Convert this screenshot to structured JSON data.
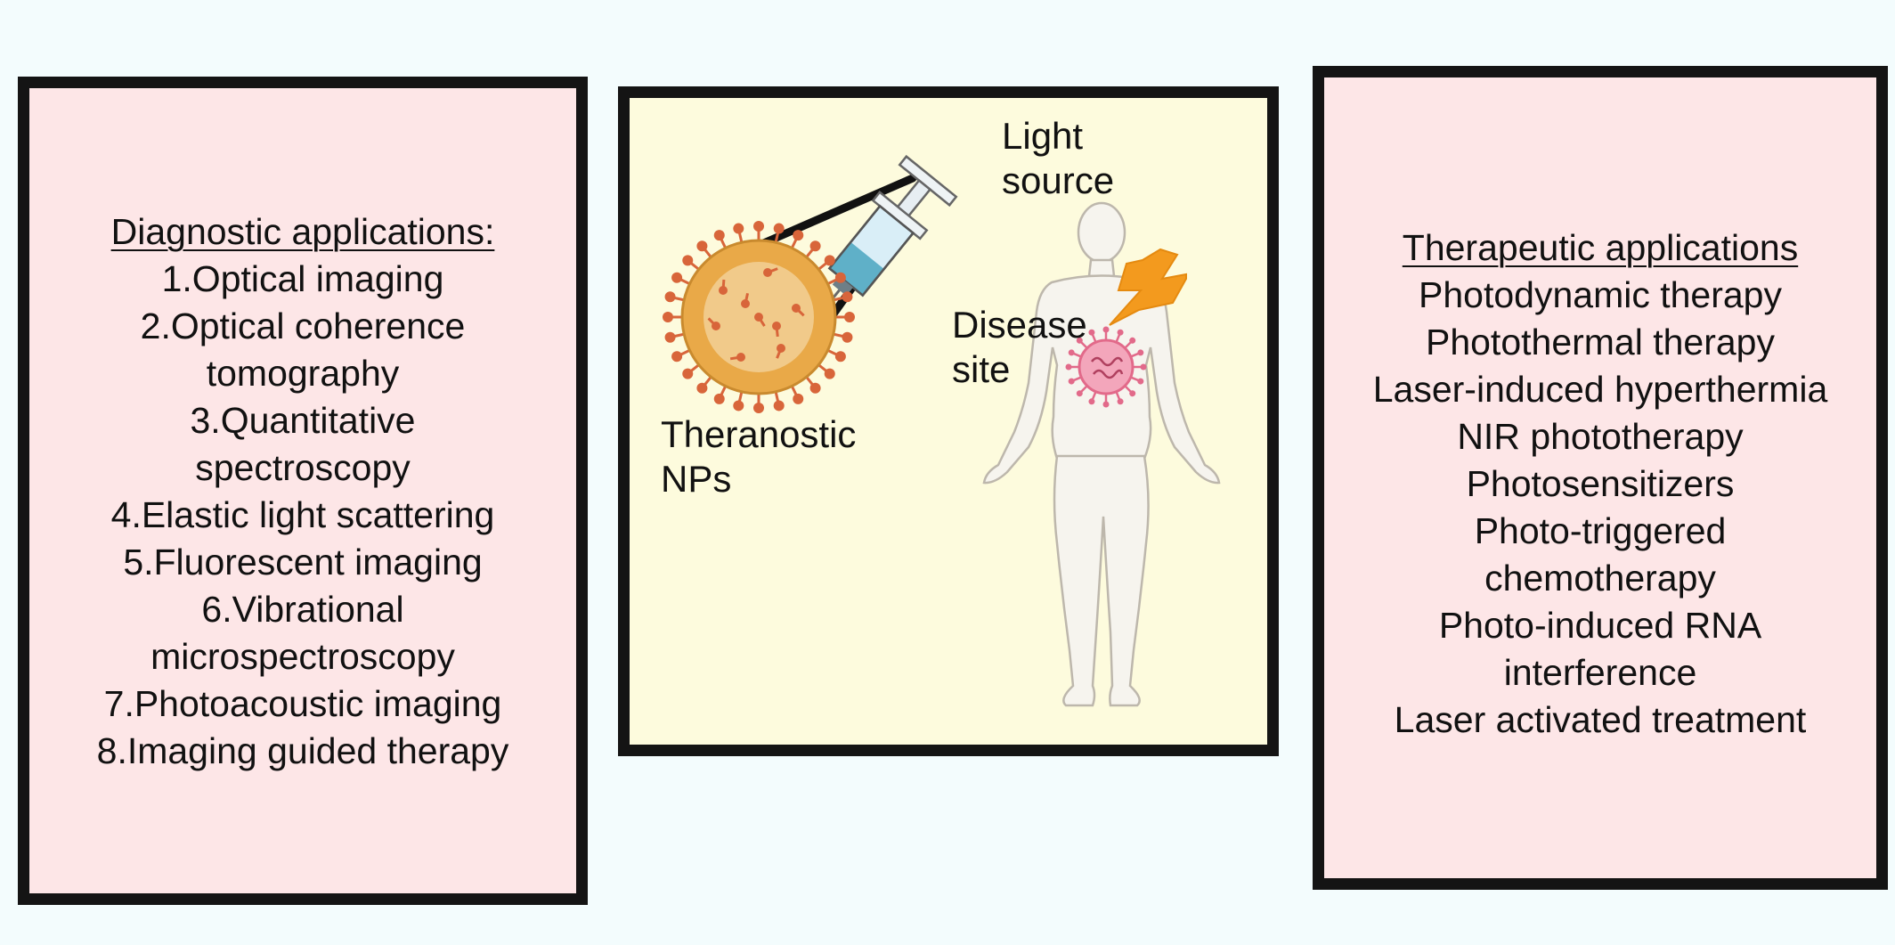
{
  "diagnostic": {
    "heading": "Diagnostic applications:",
    "items": [
      "1.Optical imaging",
      "2.Optical coherence",
      "tomography",
      "3.Quantitative",
      "spectroscopy",
      "4.Elastic light scattering",
      "5.Fluorescent imaging",
      "6.Vibrational",
      "microspectroscopy",
      "7.Photoacoustic imaging",
      "8.Imaging guided therapy"
    ]
  },
  "therapeutic": {
    "heading": "Therapeutic applications",
    "items": [
      "Photodynamic therapy",
      "Photothermal therapy",
      "Laser-induced hyperthermia",
      "NIR phototherapy",
      "Photosensitizers",
      "Photo-triggered",
      "chemotherapy",
      "Photo-induced RNA",
      "interference",
      "Laser activated treatment"
    ]
  },
  "illustration": {
    "light_source": [
      "Light",
      "source"
    ],
    "disease_site": [
      "Disease",
      "site"
    ],
    "nps": [
      "Theranostic",
      "NPs"
    ],
    "icons": [
      "nanoparticle-icon",
      "syringe-icon",
      "human-body-icon",
      "lightning-bolt-icon",
      "disease-cell-icon"
    ],
    "colors": {
      "panel_pink": "#fde6e7",
      "panel_yellow": "#fdfbdd",
      "particle": "#e9a948",
      "spike": "#d8653a",
      "bolt": "#f39a1e",
      "cell": "#e26a8a"
    }
  }
}
